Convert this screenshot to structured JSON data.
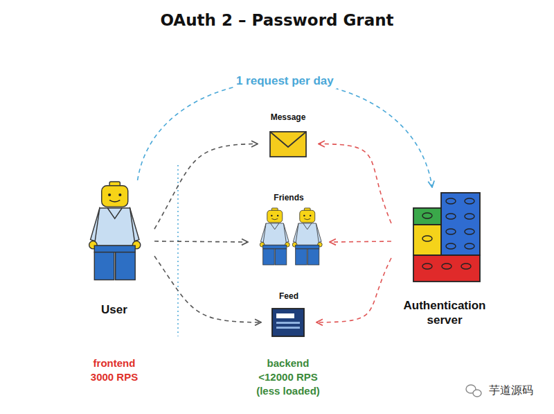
{
  "diagram": {
    "title": "OAuth 2 – Password Grant",
    "nodes": [
      {
        "text": [
          "User"
        ]
      },
      {
        "text": [
          "Message"
        ]
      },
      {
        "text": [
          "Friends"
        ]
      },
      {
        "text": [
          "Feed"
        ]
      },
      {
        "text": [
          "Authentication server"
        ]
      }
    ],
    "edges": [
      {
        "from": 0,
        "to": 1,
        "arrow": "to"
      },
      {
        "from": 0,
        "to": 2,
        "arrow": "to"
      },
      {
        "from": 0,
        "to": 3,
        "arrow": "to"
      },
      {
        "from": 4,
        "to": 1,
        "arrow": "to"
      },
      {
        "from": 4,
        "to": 2,
        "arrow": "to"
      },
      {
        "from": 4,
        "to": 3,
        "arrow": "to"
      },
      {
        "from": 0,
        "to": 4,
        "label": "1 request per day",
        "arrow": "to"
      }
    ],
    "labels": [
      "frontend",
      "3000 RPS",
      "backend",
      "<12000 RPS",
      "(less loaded)",
      "芋道源码"
    ]
  }
}
